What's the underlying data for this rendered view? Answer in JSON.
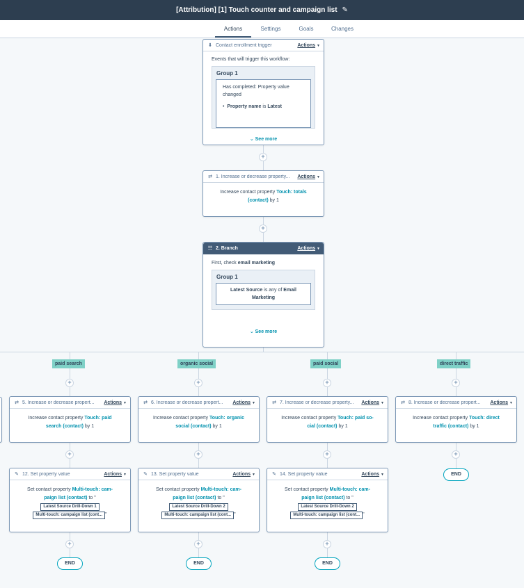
{
  "header": {
    "title": "[Attribution] [1] Touch counter and campaign list"
  },
  "tabs": [
    {
      "label": "Actions"
    },
    {
      "label": "Settings"
    },
    {
      "label": "Goals"
    },
    {
      "label": "Changes"
    }
  ],
  "actions_label": "Actions",
  "trigger": {
    "title": "Contact enrollment trigger",
    "intro": "Events that will trigger this workflow:",
    "group": "Group 1",
    "condition": "Has completed: Property value changed",
    "bullet_label": "Property name",
    "bullet_op": "is",
    "bullet_value": "Latest",
    "see_more": "See more"
  },
  "step1": {
    "title": "1. Increase or decrease property...",
    "prefix": "Increase contact property",
    "property": "Touch: totals (contact)",
    "by": "by 1"
  },
  "branch": {
    "title": "2. Branch",
    "intro_prefix": "First, check",
    "intro_value": "email marketing",
    "group": "Group 1",
    "cond_prop": "Latest Source",
    "cond_op": "is any of",
    "cond_value": "Email Marketing",
    "see_more": "See more"
  },
  "branches": [
    {
      "label": "paid search"
    },
    {
      "label": "organic social"
    },
    {
      "label": "paid social"
    },
    {
      "label": "direct traffic"
    }
  ],
  "increase_cards": [
    {
      "title": "5. Increase or decrease propert...",
      "prefix": "Increase contact property",
      "property": "Touch: paid search (contact)",
      "by": "by 1"
    },
    {
      "title": "6. Increase or decrease propert...",
      "prefix": "Increase contact property",
      "property": "Touch: organic social (contact)",
      "by": "by 1"
    },
    {
      "title": "7. Increase or decrease property...",
      "prefix": "Increase contact property",
      "property": "Touch: paid so- cial (contact)",
      "by": "by 1"
    },
    {
      "title": "8. Increase or decrease propert...",
      "prefix": "Increase contact property",
      "property": "Touch: direct traffic (contact)",
      "by": "by 1"
    }
  ],
  "set_cards": [
    {
      "title": "12. Set property value",
      "prefix": "Set contact property",
      "property": "Multi-touch: cam- paign list (contact)",
      "to": "to \"",
      "token1": "Latest Source Drill-Down 1",
      "token2": "Multi-touch: campaign list (cont...",
      "quote": "\""
    },
    {
      "title": "13. Set property value",
      "prefix": "Set contact property",
      "property": "Multi-touch: cam- paign list (contact)",
      "to": "to \"",
      "token1": "Latest Source Drill-Down 2",
      "token2": "Multi-touch: campaign list (cont...",
      "quote": "\""
    },
    {
      "title": "14. Set property value",
      "prefix": "Set contact property",
      "property": "Multi-touch: cam- paign list (contact)",
      "to": "to \"",
      "token1": "Latest Source Drill-Down 2",
      "token2": "Multi-touch: campaign list (cont...",
      "quote": "\""
    }
  ],
  "end_label": "END",
  "colors": {
    "topbar": "#2d3e50",
    "branch_label": "#7fd1c7",
    "link": "#0091ae",
    "end_border": "#00a4bd"
  }
}
